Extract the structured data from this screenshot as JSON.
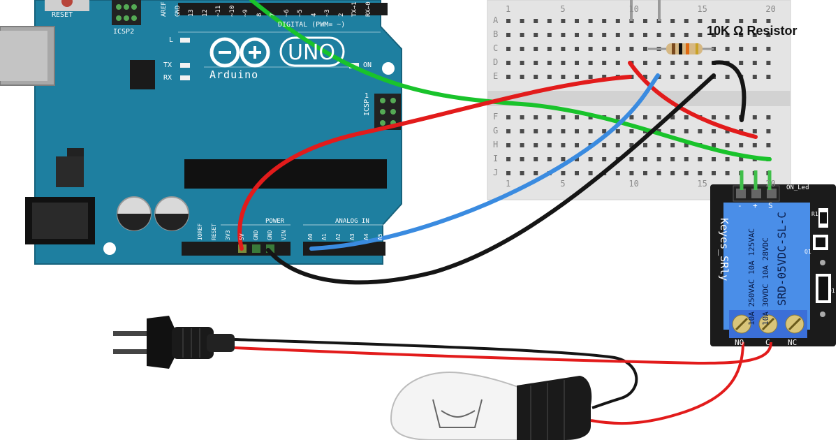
{
  "resistor_label": "10K Ω  Resistor",
  "arduino": {
    "brand": "Arduino",
    "model": "UNO",
    "reset_label": "RESET",
    "icsp2_label": "ICSP2",
    "icsp_label": "ICSP",
    "led_labels": {
      "l": "L",
      "tx": "TX",
      "rx": "RX",
      "on": "ON"
    },
    "digital_label": "DIGITAL (PWM= ~)",
    "header_top": [
      "AREF",
      "GND",
      "13",
      "12",
      "~11",
      "~10",
      "~9",
      "8",
      "7",
      "~6",
      "~5",
      "4",
      "~3",
      "2",
      "TX→1",
      "RX←0"
    ],
    "power_label": "POWER",
    "analog_label": "ANALOG IN",
    "power_pins": [
      "IOREF",
      "RESET",
      "3V3",
      "5V",
      "GND",
      "GND",
      "VIN"
    ],
    "analog_pins": [
      "A0",
      "A1",
      "A2",
      "A3",
      "A4",
      "A5"
    ],
    "icsp_pin_one": "1"
  },
  "breadboard": {
    "rows_top": [
      "A",
      "B",
      "C",
      "D",
      "E"
    ],
    "rows_bottom": [
      "F",
      "G",
      "H",
      "I",
      "J"
    ],
    "columns": [
      "1",
      "5",
      "10",
      "15",
      "20"
    ]
  },
  "relay": {
    "brand": "Keyes_SRly",
    "model": "SRD-05VDC-SL-C",
    "rating_lines": [
      "10A 250VAC  10A 125VAC",
      "10A 30VDC  10A 28VDC"
    ],
    "pins": [
      "-",
      "+",
      "S"
    ],
    "on_led_label": "ON_Led",
    "r1_label": "R1",
    "q1_label": "Q1",
    "d1_label": "D1",
    "terminals": [
      "NO",
      "C",
      "NC"
    ]
  },
  "colors": {
    "board": "#1e7fa0",
    "wire_red": "#e21b1b",
    "wire_green": "#19c32b",
    "wire_blue": "#3a8be0",
    "wire_black": "#151515",
    "relay_blue": "#4a8ee8",
    "relay_pcb": "#1b1b1b"
  }
}
